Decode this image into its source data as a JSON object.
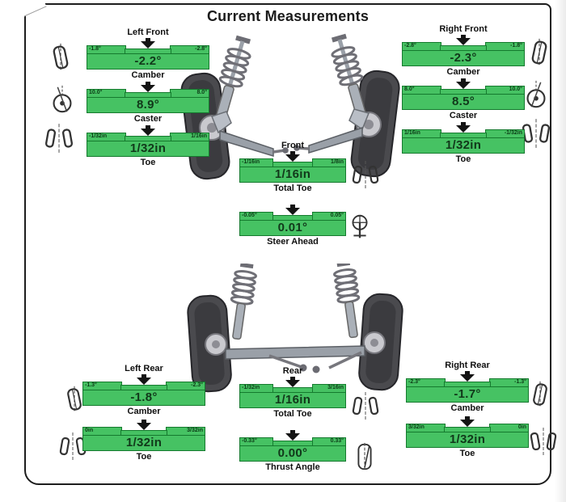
{
  "title": "Current Measurements",
  "colors": {
    "bar_green": "#46c263",
    "bar_border": "#157a2e",
    "value_text": "#11381a",
    "arrow": "#141414"
  },
  "icons": {
    "camber": "camber-icon",
    "caster": "caster-icon",
    "toe": "toe-icon",
    "total_toe": "total-toe-icon",
    "steer_ahead": "steer-ahead-icon",
    "thrust_angle": "thrust-angle-icon",
    "indicator": "down-arrow-icon"
  },
  "left_front": {
    "label": "Left Front",
    "camber": {
      "left": "-1.8°",
      "right": "-2.8°",
      "value": "-2.2°",
      "label": "Camber"
    },
    "caster": {
      "left": "10.0°",
      "right": "8.0°",
      "value": "8.9°",
      "label": "Caster"
    },
    "toe": {
      "left": "-1/32in",
      "right": "1/16in",
      "value": "1/32in",
      "label": "Toe"
    }
  },
  "right_front": {
    "label": "Right Front",
    "camber": {
      "left": "-2.8°",
      "right": "-1.8°",
      "value": "-2.3°",
      "label": "Camber"
    },
    "caster": {
      "left": "8.0°",
      "right": "10.0°",
      "value": "8.5°",
      "label": "Caster"
    },
    "toe": {
      "left": "1/16in",
      "right": "-1/32in",
      "value": "1/32in",
      "label": "Toe"
    }
  },
  "front_center": {
    "label": "Front",
    "total_toe": {
      "left": "-1/16in",
      "right": "1/8in",
      "value": "1/16in",
      "label": "Total Toe"
    },
    "steer_ahead": {
      "left": "-0.05°",
      "right": "0.05°",
      "value": "0.01°",
      "label": "Steer Ahead"
    }
  },
  "rear_center": {
    "label": "Rear",
    "total_toe": {
      "left": "-1/32in",
      "right": "3/16in",
      "value": "1/16in",
      "label": "Total Toe"
    },
    "thrust_angle": {
      "left": "-0.33°",
      "right": "0.33°",
      "value": "0.00°",
      "label": "Thrust Angle"
    }
  },
  "left_rear": {
    "label": "Left Rear",
    "camber": {
      "left": "-1.3°",
      "right": "-2.3°",
      "value": "-1.8°",
      "label": "Camber"
    },
    "toe": {
      "left": "0in",
      "right": "3/32in",
      "value": "1/32in",
      "label": "Toe"
    }
  },
  "right_rear": {
    "label": "Right Rear",
    "camber": {
      "left": "-2.3°",
      "right": "-1.3°",
      "value": "-1.7°",
      "label": "Camber"
    },
    "toe": {
      "left": "3/32in",
      "right": "0in",
      "value": "1/32in",
      "label": "Toe"
    }
  }
}
